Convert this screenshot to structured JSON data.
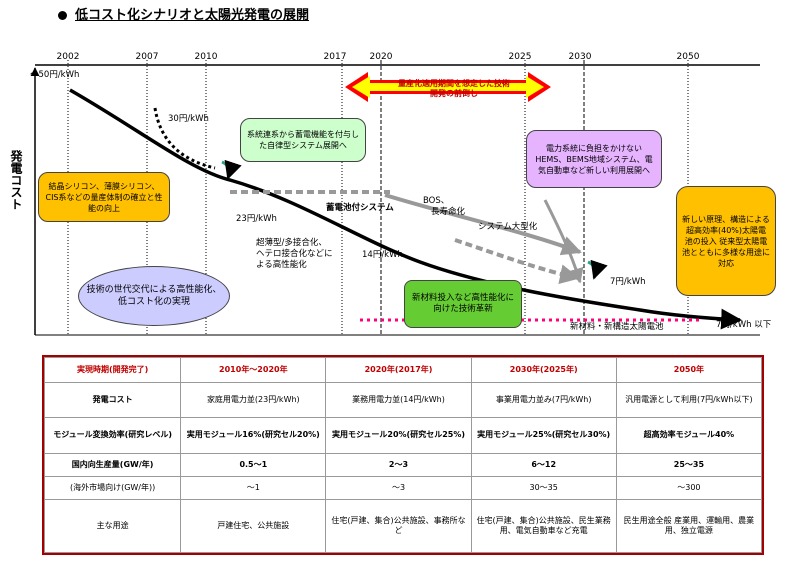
{
  "title": "低コスト化シナリオと太陽光発電の展開",
  "years": [
    "2002",
    "2007",
    "2010",
    "2017",
    "2020",
    "2025",
    "2030",
    "2050"
  ],
  "y_axis_label": "発電コスト",
  "cost_labels": {
    "start": "〜50円/kWh",
    "c30": "30円/kWh",
    "c23": "23円/kWh",
    "c14": "14円/kWh",
    "c7a": "7円/kWh",
    "c7b": "7円/kWh 以下"
  },
  "texts": {
    "chikuden": "蓄電池付システム",
    "bos": "BOS、",
    "longlife": "長寿命化",
    "sysbig": "システム大型化",
    "thin1": "超薄型/多接合化、",
    "thin2": "ヘテロ接合化などに",
    "thin3": "よる高性能化",
    "newmat": "新材料・新構造太陽電池"
  },
  "callouts": {
    "early": "量産化適用期間を想定した技術開発の前倒し",
    "crystal": "結晶シリコン、薄膜シリコン、CIS系などの量産体制の確立と性能の向上",
    "grid": "系統連系から蓄電機能を付与した自律型システム展開へ",
    "load": "電力系統に負担をかけないHEMS、BEMS地域システム、電気自動車など新しい利用展開へ",
    "gen": "技術の世代交代による高性能化、低コスト化の実現",
    "newtech": "新材料投入など高性能化に向けた技術革新",
    "principle": "新しい原理、構造による超高効率(40%)太陽電池の投入 従来型太陽電池とともに多様な用途に対応"
  },
  "table": {
    "header": [
      "実現時期(開発完了)",
      "2010年〜2020年",
      "2020年(2017年)",
      "2030年(2025年)",
      "2050年"
    ],
    "rows": [
      {
        "label": "発電コスト",
        "cells": [
          "家庭用電力並(23円/kWh)",
          "業務用電力並(14円/kWh)",
          "事業用電力並み(7円/kWh)",
          "汎用電源として利用(7円/kWh以下)"
        ]
      },
      {
        "label": "モジュール変換効率(研究レベル)",
        "cells": [
          "実用モジュール16%(研究セル20%)",
          "実用モジュール20%(研究セル25%)",
          "実用モジュール25%(研究セル30%)",
          "超高効率モジュール40%"
        ]
      },
      {
        "label": "国内向生産量(GW/年)",
        "cells": [
          "0.5〜1",
          "2〜3",
          "6〜12",
          "25〜35"
        ]
      },
      {
        "label": "(海外市場向け(GW/年))",
        "cells": [
          "〜1",
          "〜3",
          "30〜35",
          "〜300"
        ]
      },
      {
        "label": "主な用途",
        "cells": [
          "戸建住宅、公共施設",
          "住宅(戸建、集合)公共施設、事務所など",
          "住宅(戸建、集合)公共施設、民生業務用、電気自動車など充電",
          "民生用途全般 産業用、運輸用、農業用、独立電源"
        ]
      }
    ]
  },
  "colors": {
    "arrow_yellow": "#ffff00",
    "arrow_red": "#ff0000",
    "callout_orange": "#ffc000",
    "callout_green": "#ccffcc",
    "callout_lilac": "#e6b3ff",
    "callout_blue": "#ccccff",
    "callout_green2": "#66cc33",
    "table_border": "#a40000",
    "dots_pink": "#ff0080"
  }
}
